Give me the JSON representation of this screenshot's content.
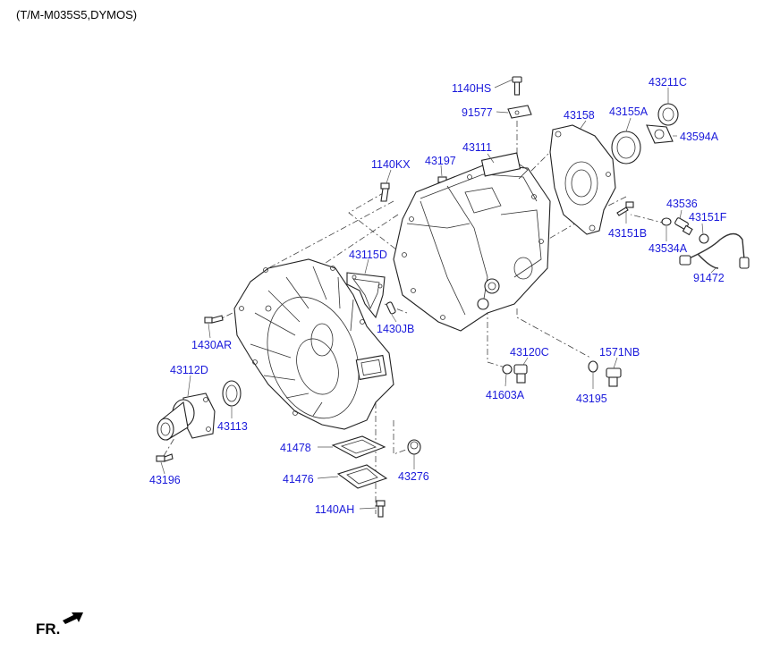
{
  "header": {
    "title": "(T/M-M035S5,DYMOS)"
  },
  "footer": {
    "front_label": "FR."
  },
  "labels": {
    "p1140HS": "1140HS",
    "p91577": "91577",
    "p43211C": "43211C",
    "p43158": "43158",
    "p43155A": "43155A",
    "p43594A": "43594A",
    "p43111": "43111",
    "p43197": "43197",
    "p1140KX": "1140KX",
    "p43536": "43536",
    "p43151F": "43151F",
    "p43151B": "43151B",
    "p43534A": "43534A",
    "p91472": "91472",
    "p43115D": "43115D",
    "p1430JB": "1430JB",
    "p1430AR": "1430AR",
    "p43112D": "43112D",
    "p43113": "43113",
    "p43196": "43196",
    "p43120C": "43120C",
    "p41603A": "41603A",
    "p1571NB": "1571NB",
    "p43195": "43195",
    "p41478": "41478",
    "p41476": "41476",
    "p43276": "43276",
    "p1140AH": "1140AH"
  },
  "colors": {
    "label": "#1a1adb",
    "line": "#222222"
  },
  "icons": {
    "front_arrow": "front-arrow-icon"
  }
}
